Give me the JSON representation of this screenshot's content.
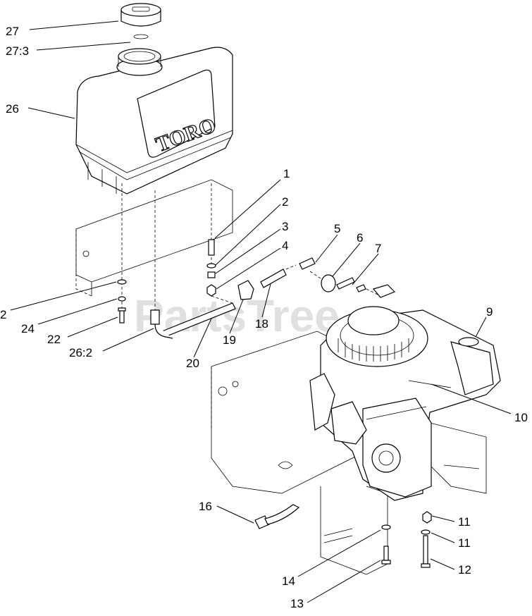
{
  "watermark": "PartsTree",
  "tank_brand": "TORO",
  "callouts": [
    {
      "id": "c27",
      "text": "27"
    },
    {
      "id": "c27-3",
      "text": "27:3"
    },
    {
      "id": "c26",
      "text": "26"
    },
    {
      "id": "c1",
      "text": "1"
    },
    {
      "id": "c2a",
      "text": "2"
    },
    {
      "id": "c3",
      "text": "3"
    },
    {
      "id": "c4",
      "text": "4"
    },
    {
      "id": "c5",
      "text": "5"
    },
    {
      "id": "c6",
      "text": "6"
    },
    {
      "id": "c7",
      "text": "7"
    },
    {
      "id": "c2b",
      "text": "2"
    },
    {
      "id": "c24",
      "text": "24"
    },
    {
      "id": "c22",
      "text": "22"
    },
    {
      "id": "c26-2",
      "text": "26:2"
    },
    {
      "id": "c20",
      "text": "20"
    },
    {
      "id": "c19",
      "text": "19"
    },
    {
      "id": "c18",
      "text": "18"
    },
    {
      "id": "c9",
      "text": "9"
    },
    {
      "id": "c10",
      "text": "10"
    },
    {
      "id": "c16",
      "text": "16"
    },
    {
      "id": "c11a",
      "text": "11"
    },
    {
      "id": "c11b",
      "text": "11"
    },
    {
      "id": "c12",
      "text": "12"
    },
    {
      "id": "c14",
      "text": "14"
    },
    {
      "id": "c13",
      "text": "13"
    }
  ]
}
